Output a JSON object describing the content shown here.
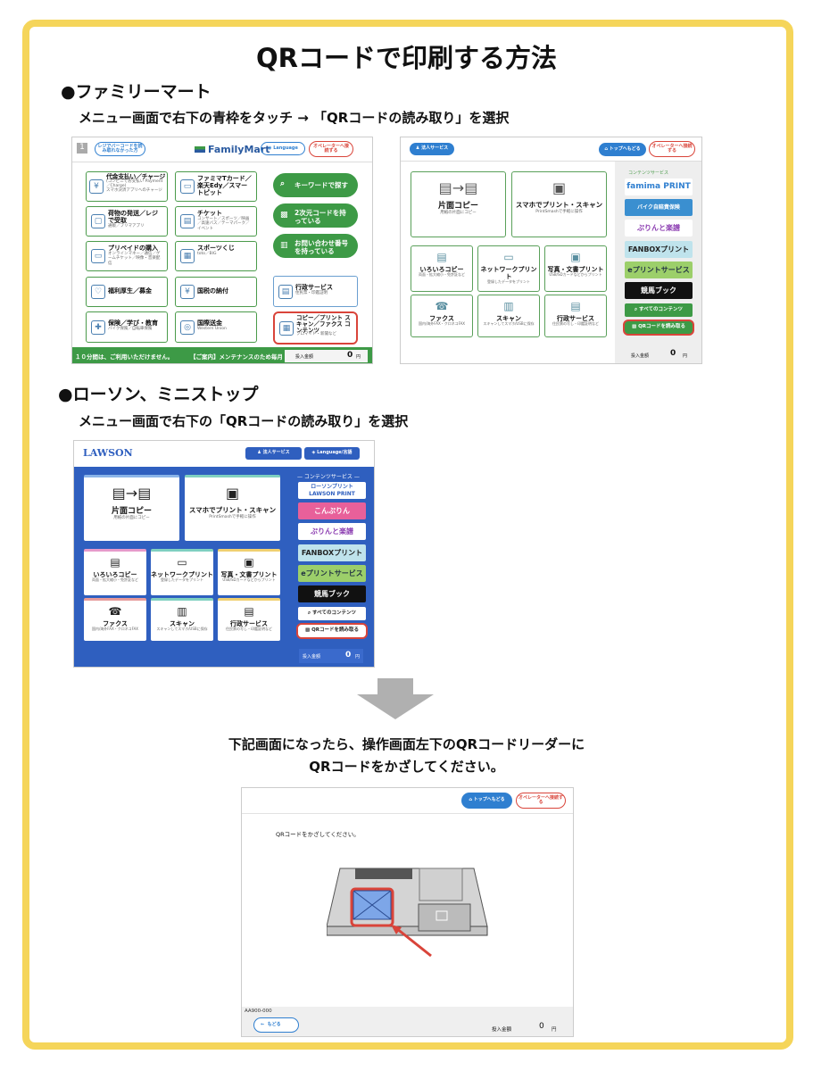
{
  "title": "QRコードで印刷する方法",
  "familymart": {
    "heading": "●ファミリーマート",
    "instruction": "メニュー画面で右下の青枠をタッチ → 「QRコードの読み取り」を選択",
    "menu": {
      "page_num": "1",
      "barcode_btn": "レジでバーコードを読み取れなかった方",
      "logo": "FamilyMart",
      "language": "Language",
      "operator": "オペレーターへ接続する",
      "tiles": [
        {
          "title": "代金支払い／チャージ",
          "sub2": "(コンビニでお支払い Payment／Charge)",
          "sub": "スマホ決済アプリへのチャージ"
        },
        {
          "title": "ファミマTカード／楽天Edy／スマートピット",
          "sub": ""
        },
        {
          "title": "荷物の発送／レジで受取",
          "sub": "通販／フリマアプリ"
        },
        {
          "title": "チケット",
          "sub": "コンサート／スポーツ／映画／高速バス／テーマパーク／イベント"
        },
        {
          "title": "プリペイドの購入",
          "sub": "オンラインマネー／通信／ゲームチケット／映像・音楽配信"
        },
        {
          "title": "スポーツくじ",
          "sub": "toto／BIG"
        },
        {
          "title": "福利厚生／募金",
          "sub": ""
        },
        {
          "title": "国税の納付",
          "sub": ""
        },
        {
          "title": "保険／学び・教育",
          "sub": "バイク保険／自転車保険"
        },
        {
          "title": "国際送金",
          "sub": "Western Union"
        }
      ],
      "keyword": "キーワードで探す",
      "qr2d": "2次元コードを持っている",
      "inquiry": "お問い合わせ番号を持っている",
      "gyosei": {
        "title": "行政サービス",
        "sub": "住民票・印鑑証明"
      },
      "copy": {
        "title": "コピー／プリント スキャン／ファクス コンテンツ",
        "sub": "ブロマイド・新聞など"
      },
      "ticker": "１０分間は、ご利用いただけません。",
      "notice": "【ご案内】メンテナンスのため毎月",
      "amount_label": "投入金額",
      "amount": "0",
      "yen": "円"
    },
    "copy_menu": {
      "corp": "法人サービス",
      "top": "トップへもどる",
      "operator": "オペレーターへ接続する",
      "big": [
        {
          "title": "片面コピー",
          "sub": "用紙の片面にコピー"
        },
        {
          "title": "スマホでプリント・スキャン",
          "sub": "PrintSmashで手軽に操作"
        }
      ],
      "small": [
        {
          "title": "いろいろコピー",
          "sub": "両面・拡大縮小・免許証など"
        },
        {
          "title": "ネットワークプリント",
          "sub": "登録したデータをプリント"
        },
        {
          "title": "写真・文書プリント",
          "sub": "USB/SDカードなどからプリント"
        },
        {
          "title": "ファクス",
          "sub": "国内/海外FAX・クロネコFAX"
        },
        {
          "title": "スキャン",
          "sub": "スキャンしてスマホ/USBに保存"
        },
        {
          "title": "行政サービス",
          "sub": "住民票の写し・印鑑証明など"
        }
      ],
      "sidebar_title": "コンテンツサービス",
      "banners": [
        "famima PRINT",
        "バイク自賠責保険",
        "ぷりんと楽譜",
        "FANBOXプリント",
        "eプリントサービス",
        "競馬ブック"
      ],
      "all": "すべてのコンテンツ",
      "qr": "QRコードを読み取る",
      "amount_label": "投入金額",
      "amount": "0",
      "yen": "円"
    }
  },
  "lawson": {
    "heading": "●ローソン、ミニストップ",
    "instruction": "メニュー画面で右下の「QRコードの読み取り」を選択",
    "menu": {
      "logo": "LAWSON",
      "corp": "法人サービス",
      "language": "Language/言語",
      "big": [
        {
          "title": "片面コピー",
          "sub": "用紙の片面にコピー"
        },
        {
          "title": "スマホでプリント・スキャン",
          "sub": "PrintSmashで手軽に操作"
        }
      ],
      "small": [
        {
          "title": "いろいろコピー",
          "sub": "両面・拡大縮小・免許証など"
        },
        {
          "title": "ネットワークプリント",
          "sub": "登録したデータをプリント"
        },
        {
          "title": "写真・文書プリント",
          "sub": "USB/SDカードなどからプリント"
        },
        {
          "title": "ファクス",
          "sub": "国内/海外FAX・クロネコFAX"
        },
        {
          "title": "スキャン",
          "sub": "スキャンしてスマホ/USBに保存"
        },
        {
          "title": "行政サービス",
          "sub": "住民票の写し・印鑑証明など"
        }
      ],
      "sidebar_title": "— コンテンツサービス —",
      "banners": [
        "ローソンプリント LAWSON PRINT",
        "こんぷりん",
        "ぷりんと楽譜",
        "FANBOXプリント",
        "eプリントサービス",
        "競馬ブック"
      ],
      "all": "すべてのコンテンツ",
      "qr": "QRコードを読み取る",
      "amount_label": "投入金額",
      "amount": "0",
      "yen": "円"
    }
  },
  "next": {
    "line1": "下記画面になったら、操作画面左下のQRコードリーダーに",
    "line2": "QRコードをかざしてください。",
    "screen": {
      "top": "トップへもどる",
      "operator": "オペレーターへ接続する",
      "prompt": "QRコードをかざしてください。",
      "code": "AA900-000",
      "back": "もどる",
      "amount_label": "投入金額",
      "amount": "0",
      "yen": "円"
    }
  },
  "colors": {
    "frame": "#f5d55a",
    "famima_green": "#3d9a46",
    "lawson_blue": "#2f5fbf",
    "highlight_red": "#d9443a",
    "button_blue": "#2f7fd0"
  }
}
